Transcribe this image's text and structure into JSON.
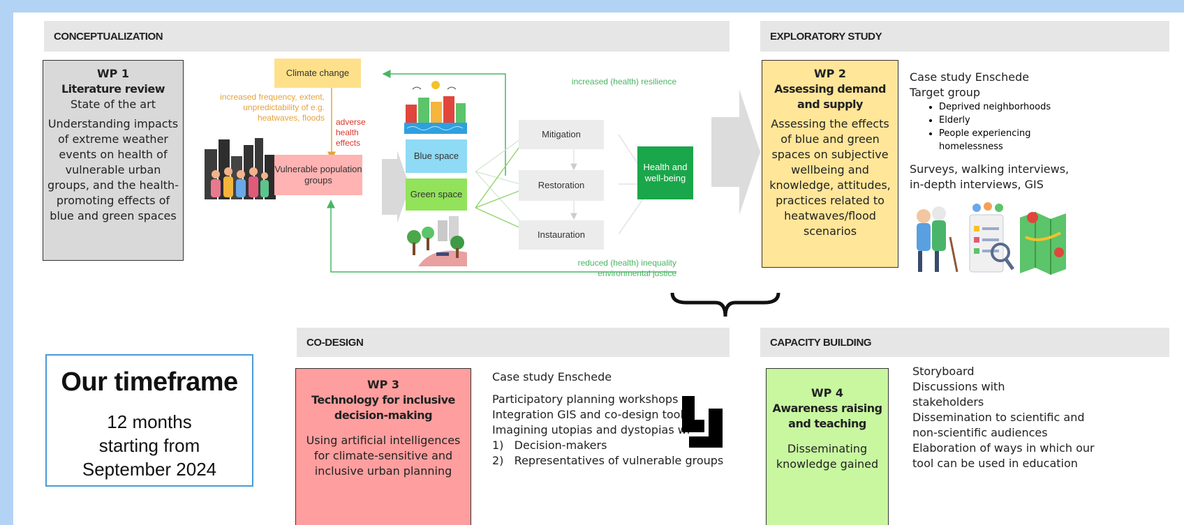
{
  "sections": {
    "conceptualization": "CONCEPTUALIZATION",
    "exploratory": "EXPLORATORY STUDY",
    "codesign": "CO-DESIGN",
    "capacity": "CAPACITY BUILDING"
  },
  "wp1": {
    "num": "WP 1",
    "title": "Literature review",
    "sub": "State of the art",
    "desc": "Understanding impacts of extreme weather events on health of vulnerable urban groups, and the health-promoting effects of blue and green spaces"
  },
  "wp2": {
    "num": "WP 2",
    "title": "Assessing demand and supply",
    "desc": "Assessing the effects of blue and green spaces on subjective wellbeing and knowledge, attitudes, practices related to heatwaves/flood scenarios"
  },
  "wp3": {
    "num": "WP 3",
    "title": "Technology for inclusive decision-making",
    "desc": "Using artificial intelligences for climate-sensitive and inclusive urban planning"
  },
  "wp4": {
    "num": "WP 4",
    "title": "Awareness raising and teaching",
    "desc": "Disseminating knowledge gained"
  },
  "diagram": {
    "climate_change": "Climate change",
    "increased_frequency": "increased frequency, extent, unpredictability of e.g. heatwaves, floods",
    "adverse_health": "adverse health effects",
    "vulnerable": "Vulnerable population groups",
    "blue_space": "Blue space",
    "green_space": "Green space",
    "mitigation": "Mitigation",
    "restoration": "Restoration",
    "instauration": "Instauration",
    "health": "Health and well-being",
    "increased_resilience": "increased (health) resilience",
    "reduced_inequality": "reduced (health) inequality",
    "env_justice": "environmental justice"
  },
  "exploratory": {
    "case_study": "Case study Enschede",
    "target_group": "Target group",
    "bullets": [
      "Deprived neighborhoods",
      "Elderly",
      "People experiencing homelessness"
    ],
    "methods": "Surveys, walking interviews, in-depth interviews, GIS"
  },
  "codesign": {
    "case_study": "Case study Enschede",
    "line1": "Participatory planning workshops",
    "line2": "Integration GIS and co-design tools",
    "line3": "Imagining utopias and dystopias wi",
    "items": [
      "1)   Decision-makers",
      "2)   Representatives of vulnerable groups"
    ]
  },
  "capacity": {
    "line1": "Storyboard",
    "line2": "Discussions with stakeholders",
    "line3": "Dissemination to scientific and non-scientific audiences",
    "line4": "Elaboration of ways in which our tool can be used in education"
  },
  "timeframe": {
    "title": "Our timeframe",
    "line1": "12 months",
    "line2": "starting from",
    "line3": "September 2024"
  },
  "colors": {
    "wp1": "#d9d9d9",
    "wp2": "#ffe699",
    "wp3": "#ff9e9e",
    "wp4": "#c8f7a0",
    "blue_space": "#8fdaf5",
    "green_space": "#92e25a",
    "health": "#1aa64a",
    "climate": "#ffe08a",
    "vulnerable": "#ffb3b3",
    "link": "#4ab563",
    "orange": "#e6a23c",
    "red": "#d9372a"
  }
}
